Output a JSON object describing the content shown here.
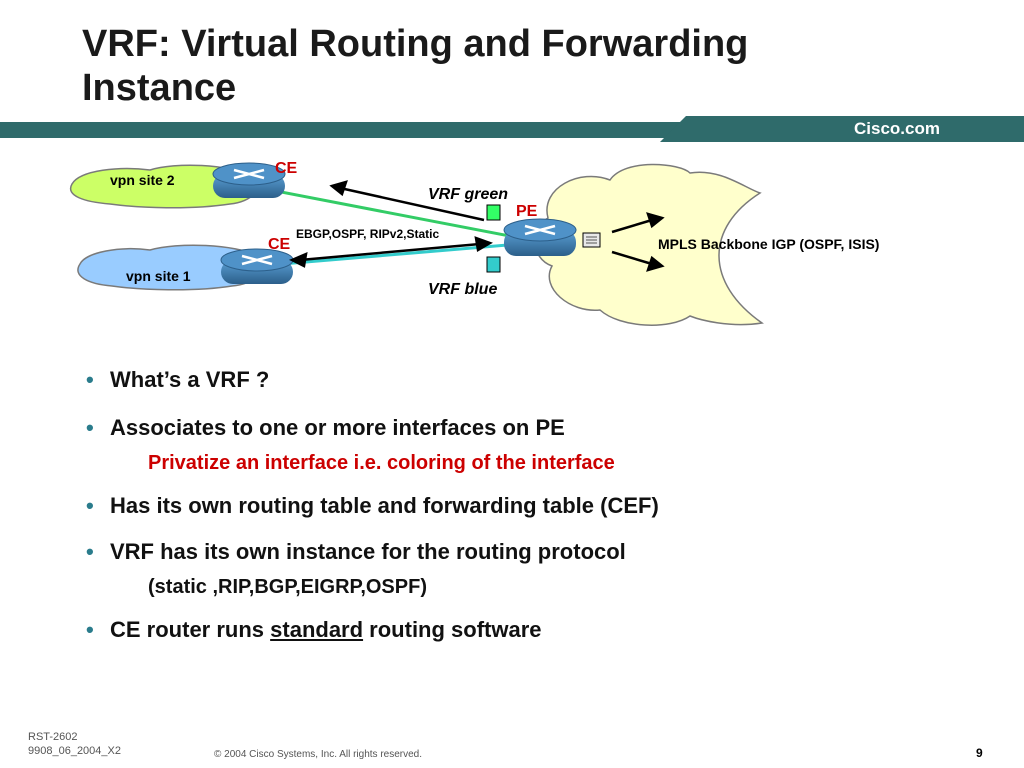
{
  "slide": {
    "title_line1": "VRF: Virtual Routing and Forwarding",
    "title_line2": "Instance",
    "brand": "Cisco.com"
  },
  "diagram": {
    "vpn_site_2": "vpn site 2",
    "vpn_site_1": "vpn site 1",
    "ce_top": "CE",
    "ce_bottom": "CE",
    "pe": "PE",
    "vrf_green": "VRF green",
    "vrf_blue": "VRF blue",
    "protocols": "EBGP,OSPF, RIPv2,Static",
    "backbone": "MPLS Backbone IGP (OSPF, ISIS)"
  },
  "bullets": {
    "b1": "What’s a VRF ?",
    "b2": "Associates to one or more interfaces on PE",
    "b2_sub": "Privatize an interface i.e. coloring of the interface",
    "b3": "Has its own routing table and forwarding table (CEF)",
    "b4": "VRF has its own instance for the routing protocol",
    "b4_sub": "(static ,RIP,BGP,EIGRP,OSPF)",
    "b5_pre": "CE router runs ",
    "b5_underline": "standard",
    "b5_post": " routing software"
  },
  "footer": {
    "code1": "RST-2602",
    "code2": "9908_06_2004_X2",
    "copyright": "© 2004 Cisco Systems, Inc. All rights reserved.",
    "page": "9"
  },
  "colors": {
    "band": "#2f6b6b",
    "accent_red": "#cc0000",
    "cloud_green": "#ccff66",
    "cloud_blue": "#99ccff",
    "cloud_backbone": "#ffffcc",
    "router_blue": "#3b7fb8"
  }
}
